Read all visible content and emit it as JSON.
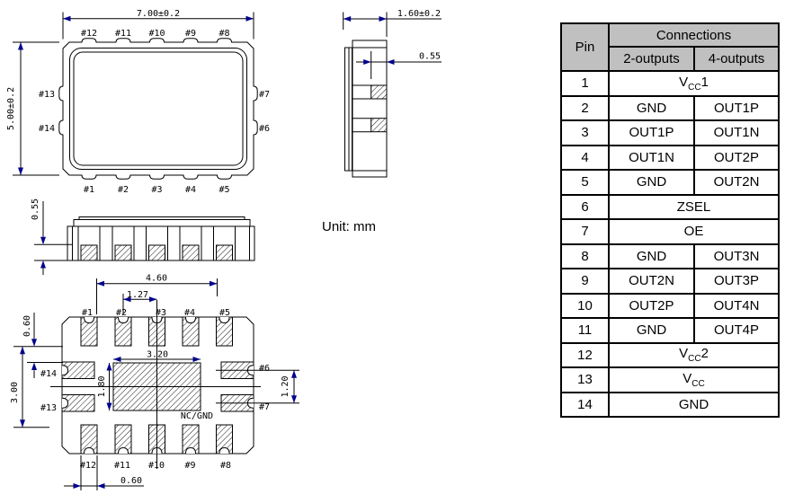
{
  "unit_label": "Unit: mm",
  "colors": {
    "line": "#000000",
    "arrow": "#00008b",
    "table_header_bg": "#c0c0c0"
  },
  "top_view": {
    "dim_width": "7.00±0.2",
    "dim_height": "5.00±0.2",
    "pins_top": [
      "#12",
      "#11",
      "#10",
      "#9",
      "#8"
    ],
    "pins_bottom": [
      "#1",
      "#2",
      "#3",
      "#4",
      "#5"
    ],
    "pins_left": [
      "#13",
      "#14"
    ],
    "pins_right": [
      "#7",
      "#6"
    ]
  },
  "side_view": {
    "dim_thickness": "1.60±0.2",
    "dim_pad_depth": "0.55"
  },
  "front_view": {
    "dim_pad_height": "0.55"
  },
  "bottom_view": {
    "dim_row_span": "4.60",
    "dim_pitch": "1.27",
    "dim_pad_top": "0.60",
    "dim_side_height": "3.00",
    "dim_center_w": "3.20",
    "dim_center_h": "1.80",
    "dim_side_pitch": "1.20",
    "dim_pad_width": "0.60",
    "center_pad_label": "NC/GND",
    "pins_top": [
      "#1",
      "#2",
      "#3",
      "#4",
      "#5"
    ],
    "pins_bottom": [
      "#12",
      "#11",
      "#10",
      "#9",
      "#8"
    ],
    "pins_left": [
      "#14",
      "#13"
    ],
    "pins_right": [
      "#6",
      "#7"
    ]
  },
  "table": {
    "col_pin": "Pin",
    "col_connections": "Connections",
    "col_two": "2-outputs",
    "col_four": "4-outputs",
    "rows": [
      {
        "pin": "1",
        "merged": {
          "base": "V",
          "sub": "CC",
          "suffix": "1"
        }
      },
      {
        "pin": "2",
        "two": "GND",
        "four": "OUT1P"
      },
      {
        "pin": "3",
        "two": "OUT1P",
        "four": "OUT1N"
      },
      {
        "pin": "4",
        "two": "OUT1N",
        "four": "OUT2P"
      },
      {
        "pin": "5",
        "two": "GND",
        "four": "OUT2N"
      },
      {
        "pin": "6",
        "merged": {
          "text": "ZSEL"
        }
      },
      {
        "pin": "7",
        "merged": {
          "text": "OE"
        }
      },
      {
        "pin": "8",
        "two": "GND",
        "four": "OUT3N"
      },
      {
        "pin": "9",
        "two": "OUT2N",
        "four": "OUT3P"
      },
      {
        "pin": "10",
        "two": "OUT2P",
        "four": "OUT4N"
      },
      {
        "pin": "11",
        "two": "GND",
        "four": "OUT4P"
      },
      {
        "pin": "12",
        "merged": {
          "base": "V",
          "sub": "CC",
          "suffix": "2"
        }
      },
      {
        "pin": "13",
        "merged": {
          "base": "V",
          "sub": "CC",
          "suffix": ""
        }
      },
      {
        "pin": "14",
        "merged": {
          "text": "GND"
        }
      }
    ]
  }
}
